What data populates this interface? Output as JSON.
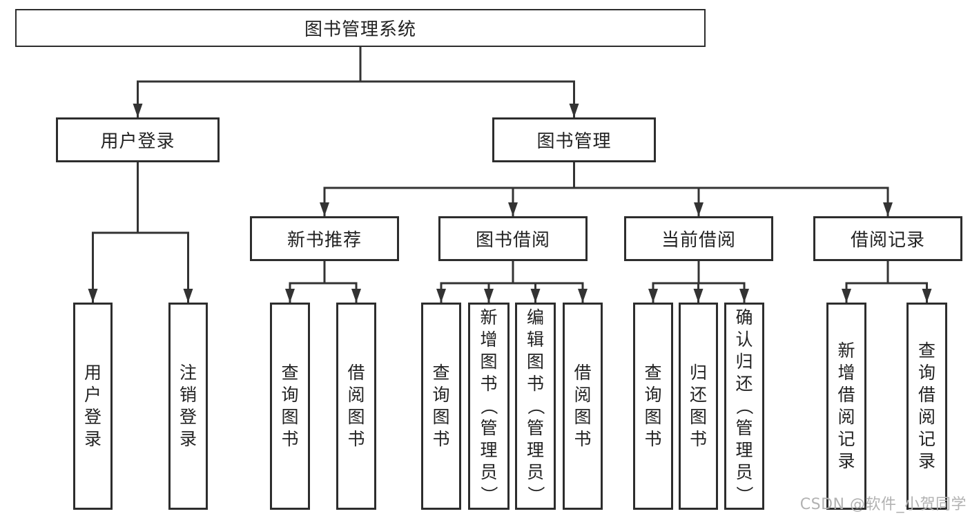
{
  "colors": {
    "line": "#333333",
    "border": "#2d2d2d",
    "text": "#222222",
    "watermark": "#b2b2b2",
    "bg": "#ffffff"
  },
  "nodes": {
    "root": "图书管理系统",
    "l2": [
      "用户登录",
      "图书管理"
    ],
    "l3": [
      "新书推荐",
      "图书借阅",
      "当前借阅",
      "借阅记录"
    ],
    "leaves_login": [
      "用户登录",
      "注销登录"
    ],
    "leaves_newbook": [
      "查询图书",
      "借阅图书"
    ],
    "leaves_borrow": [
      "查询图书",
      "新增图书（管理员）",
      "编辑图书（管理员）",
      "借阅图书"
    ],
    "leaves_current": [
      "查询图书",
      "归还图书",
      "确认归还（管理员）"
    ],
    "leaves_records": [
      "新增借阅记录",
      "查询借阅记录"
    ]
  },
  "watermark": "CSDN @软件_小贺同学"
}
